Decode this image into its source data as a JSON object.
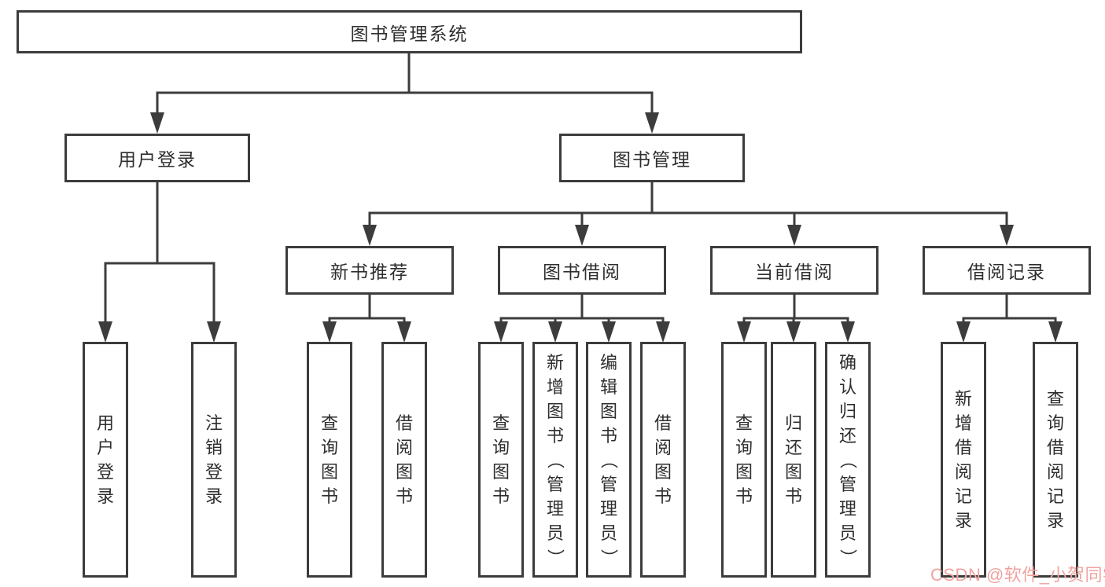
{
  "diagram": {
    "root": "图书管理系统",
    "branches": [
      {
        "label": "用户登录",
        "children": [
          "用户登录",
          "注销登录"
        ]
      },
      {
        "label": "图书管理",
        "children": [
          {
            "label": "新书推荐",
            "children": [
              "查询图书",
              "借阅图书"
            ]
          },
          {
            "label": "图书借阅",
            "children": [
              "查询图书",
              "新增图书（管理员）",
              "编辑图书（管理员）",
              "借阅图书"
            ]
          },
          {
            "label": "当前借阅",
            "children": [
              "查询图书",
              "归还图书",
              "确认归还（管理员）"
            ]
          },
          {
            "label": "借阅记录",
            "children": [
              "新增借阅记录",
              "查询借阅记录"
            ]
          }
        ]
      }
    ]
  },
  "watermark": {
    "text": "CSDN @软件_小贺同学",
    "color": "#efa3a0"
  },
  "colors": {
    "line": "#3c3c3c",
    "text": "#2e2e2e",
    "background": "#ffffff"
  }
}
